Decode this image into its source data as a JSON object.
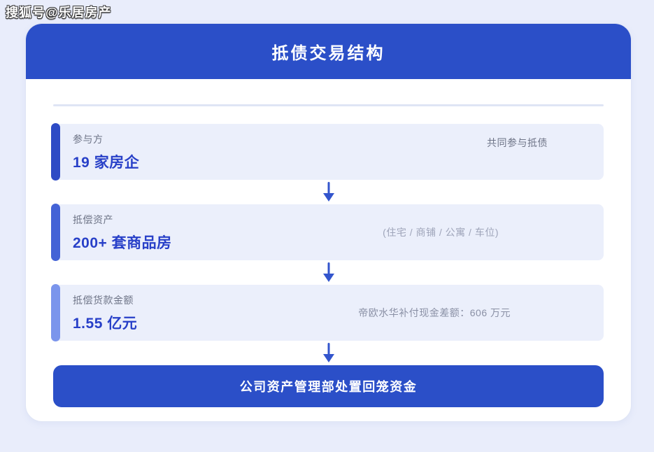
{
  "watermark": "搜狐号@乐居房产",
  "card": {
    "title": "抵债交易结构",
    "rows": [
      {
        "label": "参与方",
        "value": "19 家房企",
        "note": "共同参与抵债"
      },
      {
        "label": "抵偿资产",
        "value": "200+ 套商品房",
        "note": "(住宅 / 商铺 / 公寓 / 车位)"
      },
      {
        "label": "抵偿货款金额",
        "value": "1.55 亿元",
        "note": "帝欧水华补付现金差额：606 万元"
      }
    ],
    "footer_button": "公司资产管理部处置回笼资金"
  },
  "colors": {
    "page-bg": "#e9edfb",
    "primary": "#2b4fc8",
    "row-bg": "#ebeffb",
    "value-blue": "#2840c8",
    "accent-1": "#2e4bc5",
    "accent-2": "#4463d6",
    "accent-3": "#7b95ec",
    "arrow": "#3355cd"
  }
}
